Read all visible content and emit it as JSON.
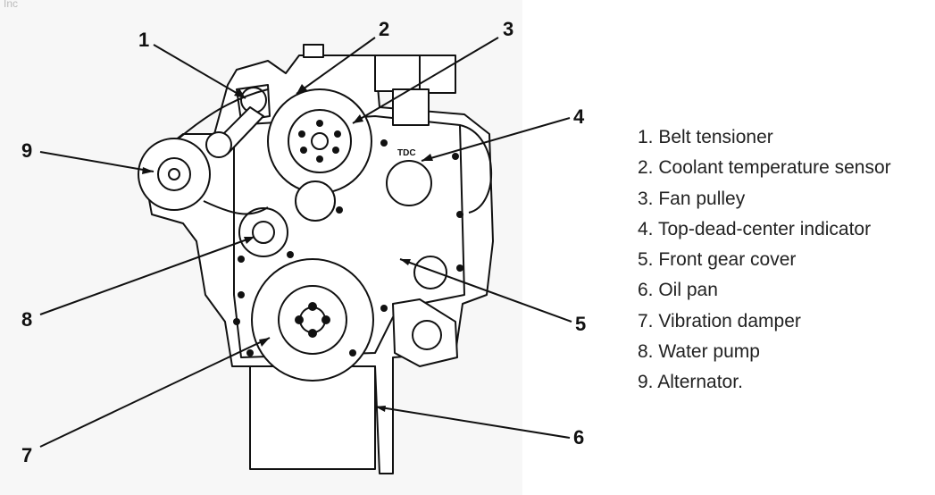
{
  "corner_text": "Inc",
  "tdc_label": "TDC",
  "callouts": [
    {
      "number": "1"
    },
    {
      "number": "2"
    },
    {
      "number": "3"
    },
    {
      "number": "4"
    },
    {
      "number": "5"
    },
    {
      "number": "6"
    },
    {
      "number": "7"
    },
    {
      "number": "8"
    },
    {
      "number": "9"
    }
  ],
  "legend": [
    "1. Belt tensioner",
    "2. Coolant temperature sensor",
    "3. Fan pulley",
    "4. Top-dead-center indicator",
    "5. Front gear cover",
    "6. Oil pan",
    "7. Vibration damper",
    "8. Water pump",
    "9. Alternator."
  ]
}
